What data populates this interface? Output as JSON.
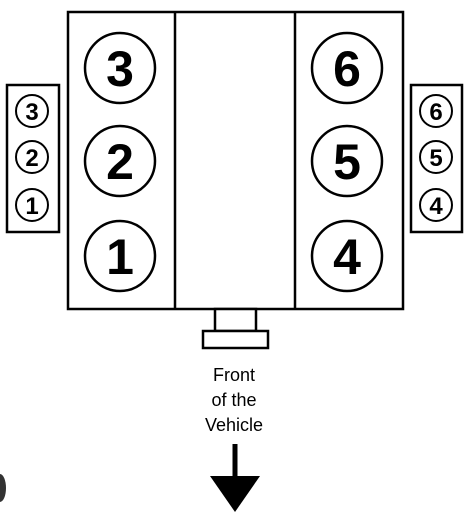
{
  "engine": {
    "left_bank_cylinders": [
      "3",
      "2",
      "1"
    ],
    "right_bank_cylinders": [
      "6",
      "5",
      "4"
    ]
  },
  "coil_packs": {
    "left": [
      "3",
      "2",
      "1"
    ],
    "right": [
      "6",
      "5",
      "4"
    ]
  },
  "caption": {
    "line1": "Front",
    "line2": "of the",
    "line3": "Vehicle"
  }
}
